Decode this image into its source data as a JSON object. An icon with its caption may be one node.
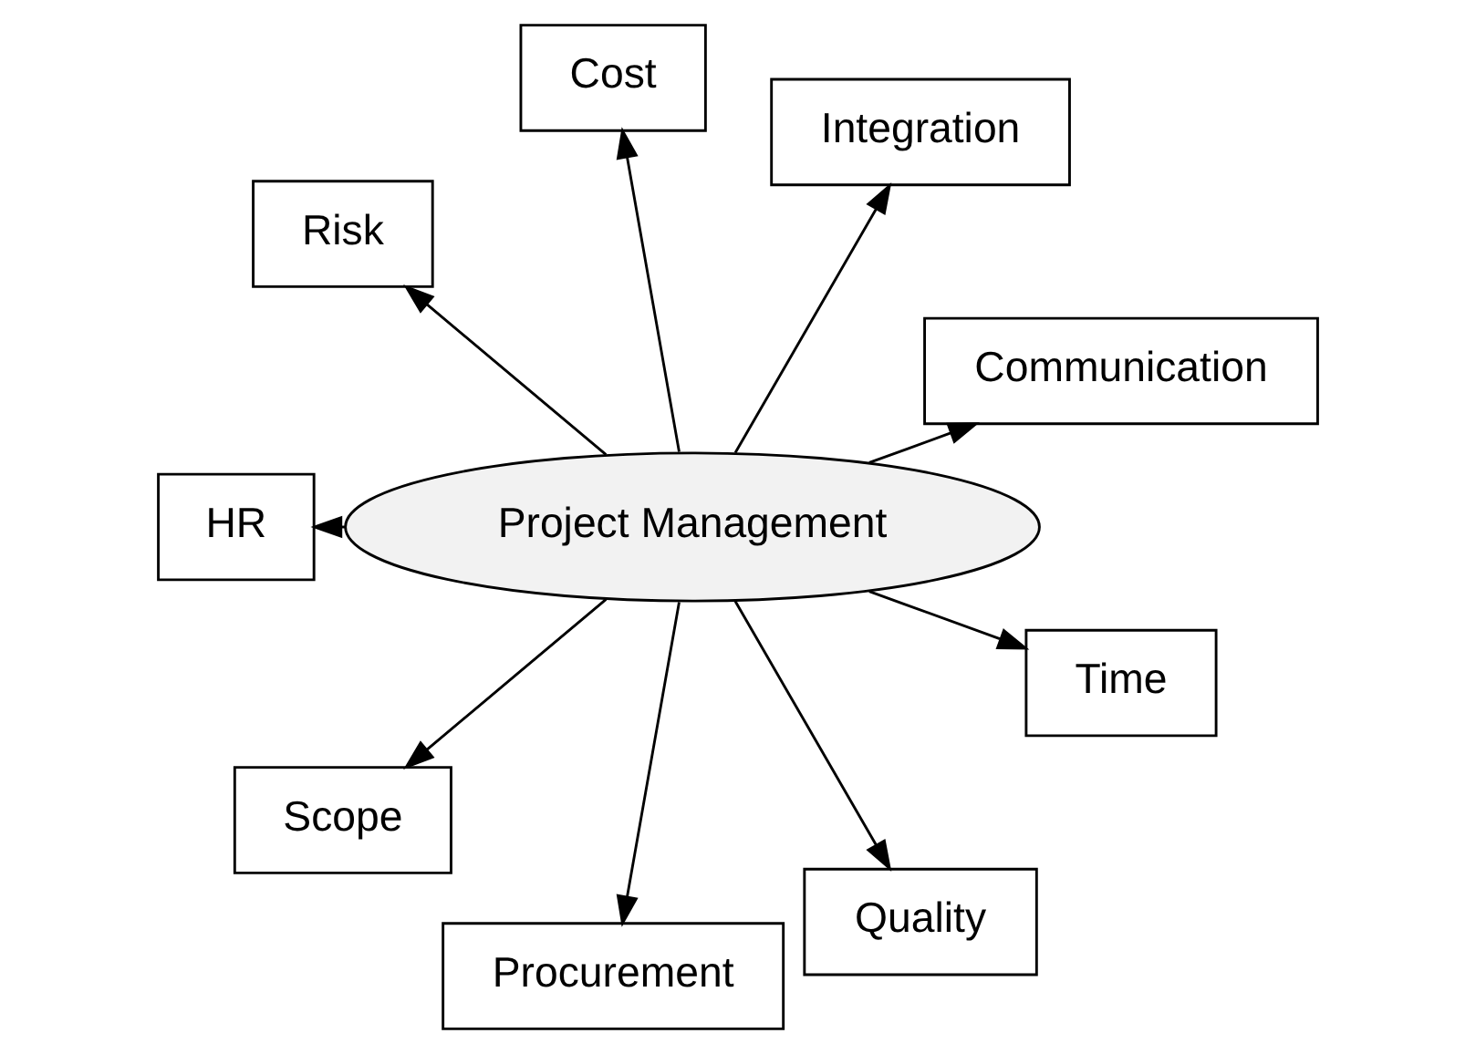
{
  "diagram": {
    "nodes": [
      {
        "text": [
          "Project Management"
        ]
      },
      {
        "text": [
          "Communication"
        ]
      },
      {
        "text": [
          "Integration"
        ]
      },
      {
        "text": [
          "Cost"
        ]
      },
      {
        "text": [
          "Risk"
        ]
      },
      {
        "text": [
          "HR"
        ]
      },
      {
        "text": [
          "Scope"
        ]
      },
      {
        "text": [
          "Procurement"
        ]
      },
      {
        "text": [
          "Quality"
        ]
      },
      {
        "text": [
          "Time"
        ]
      }
    ],
    "edges": [
      {
        "from": 0,
        "to": 1,
        "arrow": "to"
      },
      {
        "from": 0,
        "to": 2,
        "arrow": "to"
      },
      {
        "from": 0,
        "to": 3,
        "arrow": "to"
      },
      {
        "from": 0,
        "to": 4,
        "arrow": "to"
      },
      {
        "from": 0,
        "to": 5,
        "arrow": "to"
      },
      {
        "from": 0,
        "to": 6,
        "arrow": "to"
      },
      {
        "from": 0,
        "to": 7,
        "arrow": "to"
      },
      {
        "from": 0,
        "to": 8,
        "arrow": "to"
      },
      {
        "from": 0,
        "to": 9,
        "arrow": "to"
      }
    ]
  }
}
